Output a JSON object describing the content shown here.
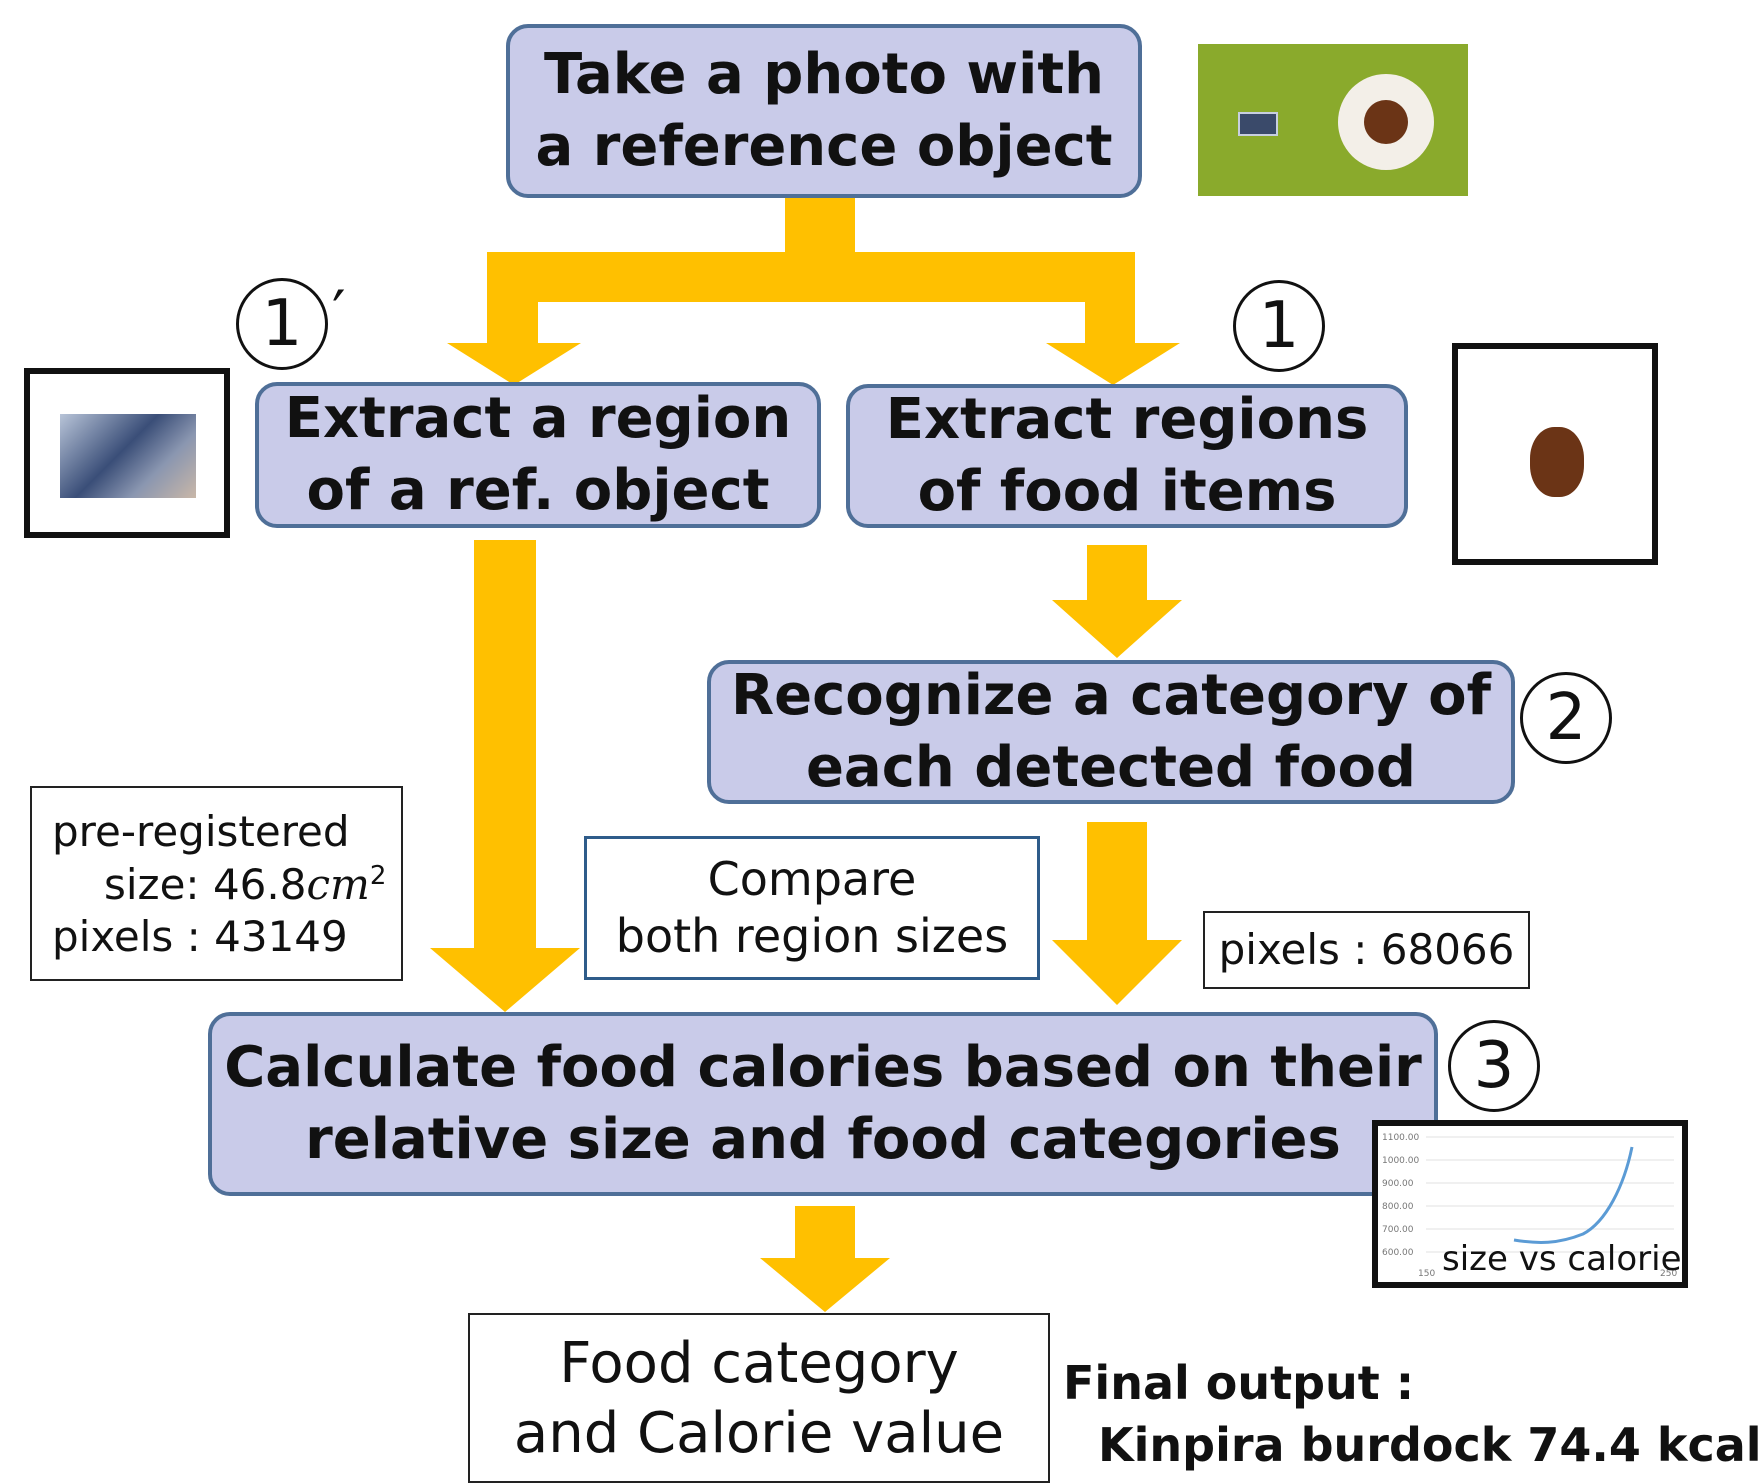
{
  "steps": {
    "take_photo": [
      "Take a photo with",
      "a reference object"
    ],
    "extract_ref": [
      "Extract a region",
      "of a ref. object"
    ],
    "extract_food": [
      "Extract regions",
      "of food items"
    ],
    "recognize": [
      "Recognize a category of",
      "each detected food"
    ],
    "calculate": [
      "Calculate food calories based on their",
      "relative size and food categories"
    ]
  },
  "markers": {
    "one_prime": "1",
    "one_prime_suffix": "′",
    "one": "1",
    "two": "2",
    "three": "3"
  },
  "notes": {
    "pre_registered": [
      "pre-registered",
      "size: 46.8",
      "cm",
      "2",
      "pixels : 43149"
    ],
    "compare": [
      "Compare",
      "both region sizes"
    ],
    "pixels_food": "pixels : 68066",
    "output_box": [
      "Food category",
      "and Calorie value"
    ]
  },
  "final_output": {
    "label": "Final output :",
    "value": "Kinpira burdock 74.4 kcal"
  },
  "mini_chart": {
    "caption": "size vs calorie",
    "y_ticks": [
      "1100.00",
      "1000.00",
      "900.00",
      "800.00",
      "700.00",
      "600.00"
    ],
    "x_ticks": [
      "150",
      "250"
    ]
  },
  "colors": {
    "arrow": "#ffc000",
    "step_fill": "#c9cbe9",
    "step_border": "#4f6f98",
    "photo_green": "#8aaa2c",
    "food_brown": "#6b3416",
    "curve": "#5b9bd5"
  }
}
